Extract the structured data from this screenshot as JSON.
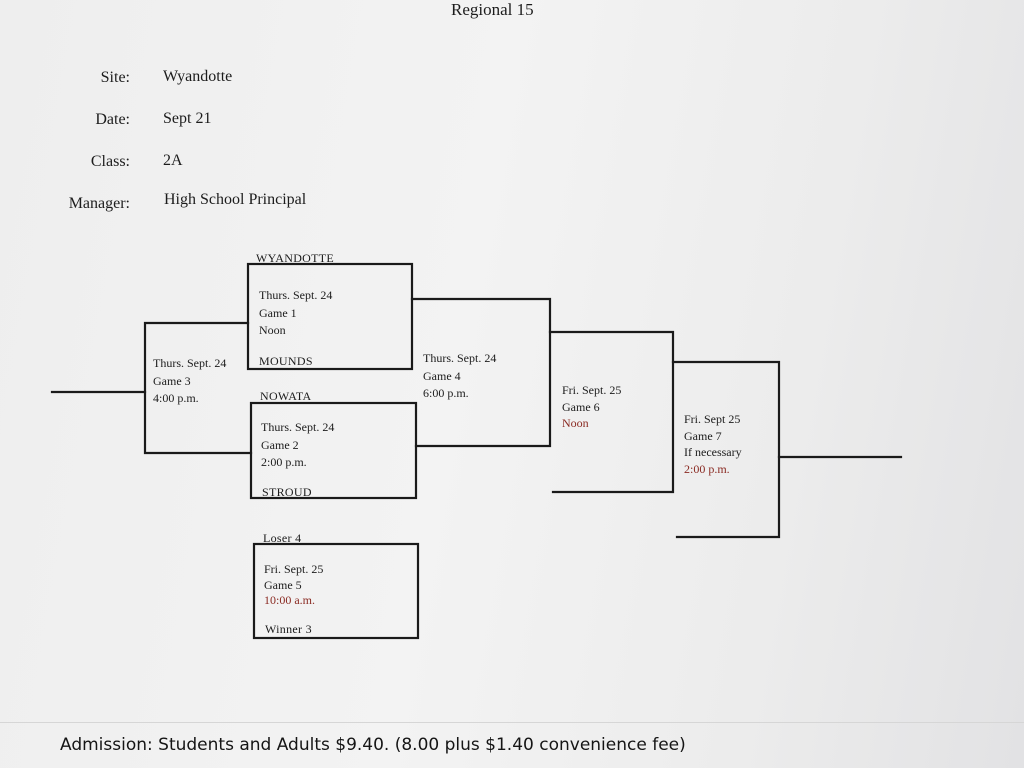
{
  "title": "Regional 15",
  "info": {
    "site_label": "Site:",
    "site": "Wyandotte",
    "date_label": "Date:",
    "date": "Sept 21",
    "class_label": "Class:",
    "class": "2A",
    "manager_label": "Manager:",
    "manager": "High School Principal"
  },
  "game1": {
    "team_top": "WYANDOTTE",
    "day": "Thurs. Sept. 24",
    "game": "Game 1",
    "time": "Noon",
    "team_bottom": "MOUNDS"
  },
  "game2": {
    "team_top": "NOWATA",
    "day": "Thurs. Sept. 24",
    "game": "Game 2",
    "time": "2:00 p.m.",
    "team_bottom": "STROUD"
  },
  "game3": {
    "day": "Thurs. Sept. 24",
    "game": "Game 3",
    "time": "4:00 p.m."
  },
  "game4": {
    "day": "Thurs. Sept. 24",
    "game": "Game 4",
    "time": "6:00 p.m."
  },
  "game5": {
    "team_top": "Loser 4",
    "day": "Fri. Sept. 25",
    "game": "Game 5",
    "time": "10:00 a.m.",
    "team_bottom": "Winner 3"
  },
  "game6": {
    "day": "Fri. Sept. 25",
    "game": "Game 6",
    "time": "Noon"
  },
  "game7": {
    "day": "Fri. Sept 25",
    "game": "Game 7",
    "note": "If necessary",
    "time": "2:00 p.m."
  },
  "admission": "Admission: Students and Adults $9.40. (8.00 plus $1.40 convenience fee)",
  "colors": {
    "ink": "#1c1c1c",
    "time_red": "#8a2a22",
    "paper": "#efefef"
  }
}
